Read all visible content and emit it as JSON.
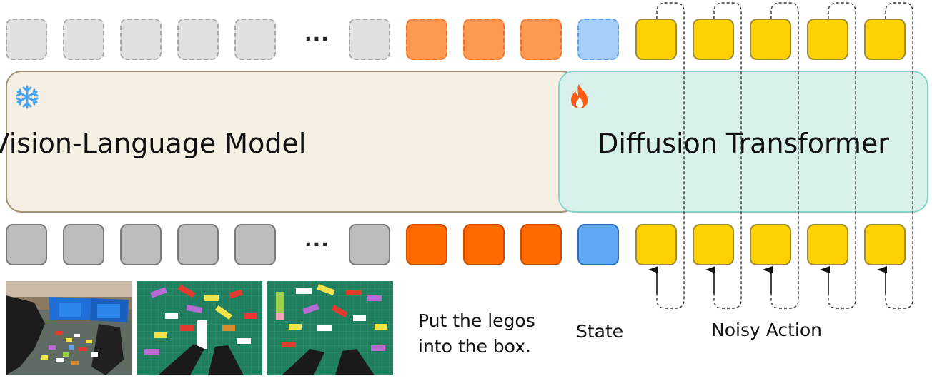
{
  "vlm": {
    "title": "Vision-Language Model",
    "icon": "snowflake-icon",
    "color": "#f6efe3"
  },
  "dit": {
    "title": "Diffusion Transformer",
    "icon": "flame-icon",
    "color": "#d9f1ec"
  },
  "ellipsis": "...",
  "token_colors": {
    "image_input": "#bdbdbd",
    "image_output": "#e0e0e0",
    "text_input": "#ff6a00",
    "text_output": "#ff9850",
    "state_input": "#5fa8f5",
    "state_output": "#a6cff8",
    "action": "#ffd103"
  },
  "labels": {
    "instruction": [
      "Put the legos",
      "into the box."
    ],
    "state": "State",
    "noisy_action": "Noisy Action"
  },
  "images": [
    {
      "name": "third-person-view-image"
    },
    {
      "name": "wrist-view-image-left"
    },
    {
      "name": "wrist-view-image-right"
    }
  ]
}
